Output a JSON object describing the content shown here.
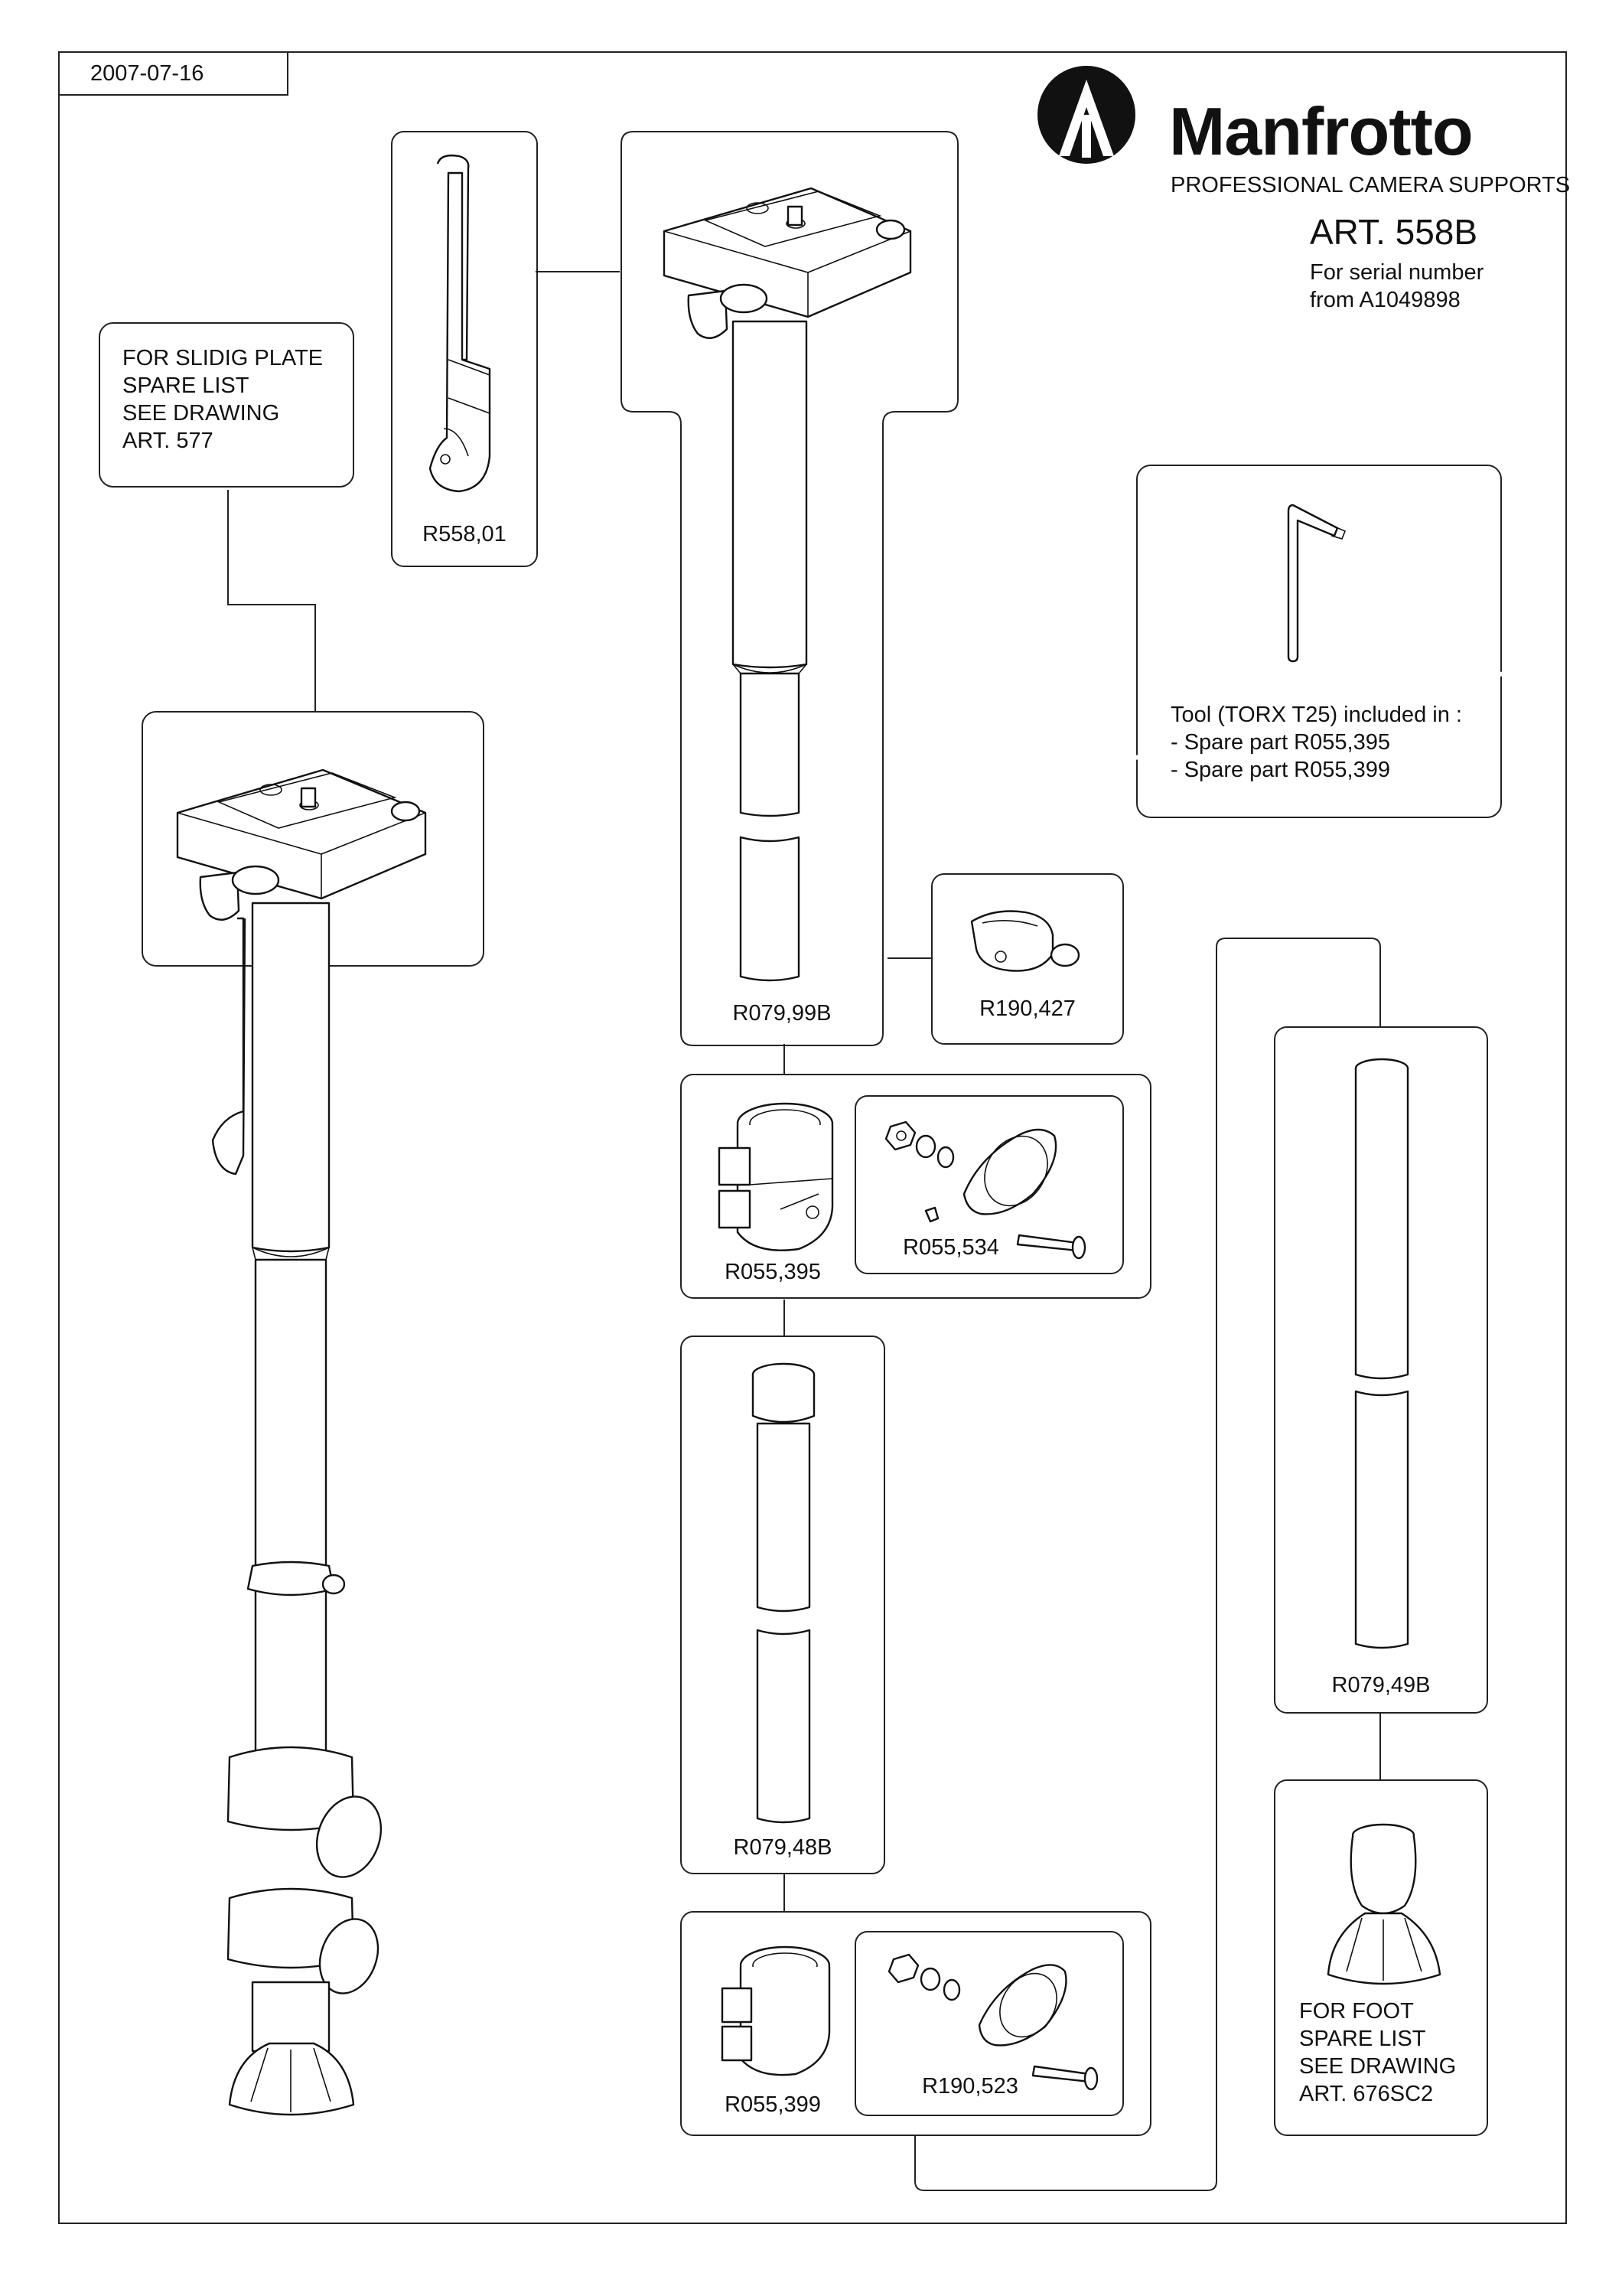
{
  "header": {
    "date": "2007-07-16",
    "brand": "Manfrotto",
    "tagline": "PROFESSIONAL CAMERA SUPPORTS",
    "article": "ART. 558B",
    "serial_line1": "For serial number",
    "serial_line2": "from A1049898"
  },
  "notes": {
    "sliding_plate": [
      "FOR SLIDIG PLATE",
      "SPARE LIST",
      "SEE DRAWING",
      "ART. 577"
    ],
    "tool": [
      "Tool (TORX T25) included in :",
      "- Spare part R055,395",
      "- Spare part R055,399"
    ],
    "foot": [
      "FOR FOOT",
      "SPARE LIST",
      "SEE DRAWING",
      "ART. 676SC2"
    ]
  },
  "parts": {
    "r558_01": "R558,01",
    "r079_99b": "R079,99B",
    "r190_427": "R190,427",
    "r055_395": "R055,395",
    "r055_534": "R055,534",
    "r079_48b": "R079,48B",
    "r079_49b": "R079,49B",
    "r055_399": "R055,399",
    "r190_523": "R190,523"
  }
}
